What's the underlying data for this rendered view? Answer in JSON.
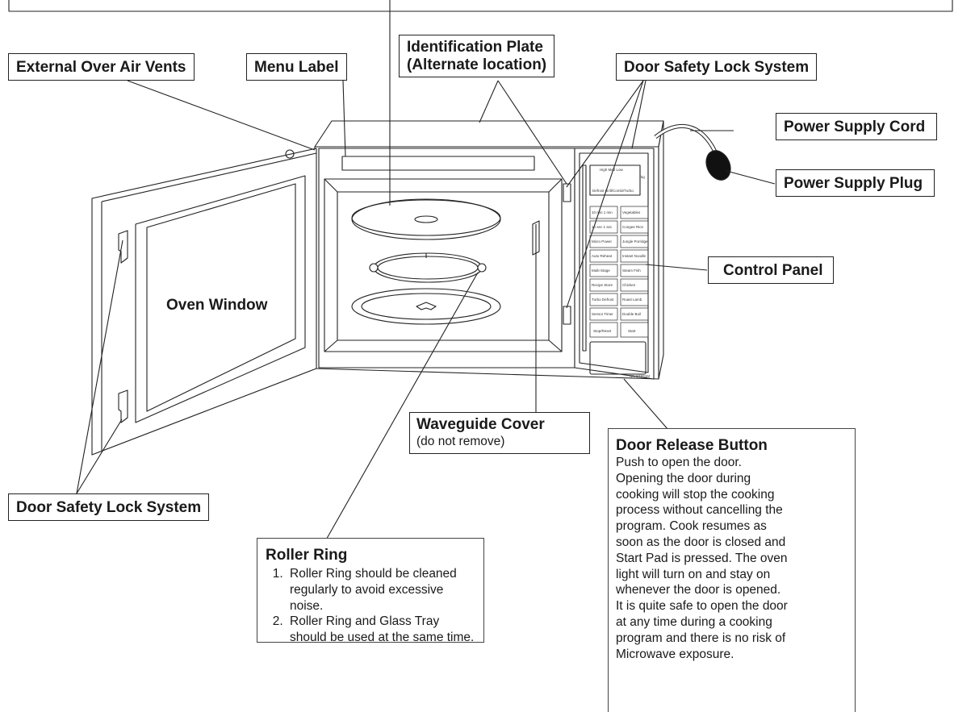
{
  "labels": {
    "external_vents": "External Over Air Vents",
    "menu_label": "Menu Label",
    "id_plate_line1": "Identification Plate",
    "id_plate_line2": "(Alternate location)",
    "door_lock_top": "Door Safety Lock System",
    "power_cord": "Power Supply Cord",
    "power_plug": "Power Supply Plug",
    "control_panel": "Control Panel",
    "oven_window": "Oven Window",
    "waveguide_title": "Waveguide Cover",
    "waveguide_note": "(do not remove)",
    "door_lock_bottom": "Door Safety Lock System"
  },
  "roller_ring": {
    "title": "Roller Ring",
    "items": [
      "Roller Ring should be cleaned regularly to avoid excessive noise.",
      "Roller Ring and Glass Tray should be used at the same time."
    ]
  },
  "door_release": {
    "title": "Door Release Button",
    "lines": [
      "Push to open the door.",
      "Opening the door during",
      "cooking will stop the cooking",
      "process without cancelling the",
      "program. Cook resumes as",
      "soon as the door is closed and",
      "Start Pad is pressed. The oven",
      "light will turn on and stay on",
      "whenever the door is opened.",
      "It is quite safe to open the door",
      "at any time during a cooking",
      "program and there is no risk of",
      "Microwave exposure."
    ]
  },
  "panel": {
    "display_levels": "High  Med  Low",
    "display_bottom": "Defrost  Grill/Combi/Turbo",
    "display_side": "kg",
    "model_code": "NN-ST651M",
    "keys_left": [
      "10 min  1 min",
      "10 sec  1 sec",
      "Micro Power",
      "Auto Reheat",
      "Multi-Stage",
      "Recipe Store",
      "Turbo Defrost",
      "Sensor  Timer"
    ],
    "keys_right": [
      "Vegetables",
      "Congee Rice",
      "Jungle Porridge",
      "Instant Noodle",
      "Steam Fish",
      "Chicken",
      "Roast Lamb",
      "Double Boil"
    ],
    "stop_key": "Stop/Reset",
    "start_key": "Start"
  }
}
